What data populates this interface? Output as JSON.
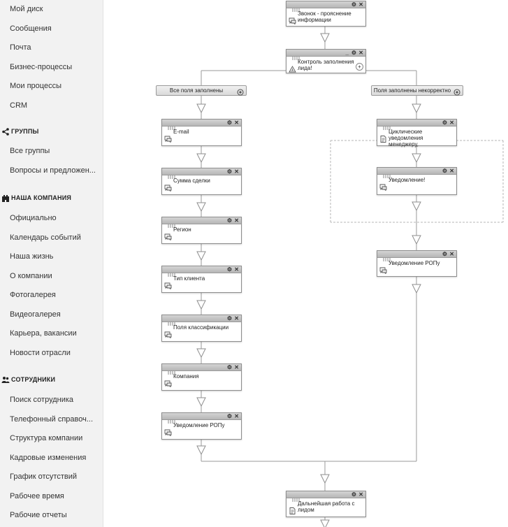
{
  "sidebar": {
    "items_top": [
      "Мой диск",
      "Сообщения",
      "Почта",
      "Бизнес-процессы",
      "Мои процессы",
      "CRM"
    ],
    "groups": {
      "header": "ГРУППЫ",
      "icon": "share-icon",
      "items": [
        "Все группы",
        "Вопросы и предложен..."
      ]
    },
    "company": {
      "header": "НАША КОМПАНИЯ",
      "icon": "castle-icon",
      "items": [
        "Официально",
        "Календарь событий",
        "Наша жизнь",
        "О компании",
        "Фотогалерея",
        "Видеогалерея",
        "Карьера, вакансии",
        "Новости отрасли"
      ]
    },
    "employees": {
      "header": "СОТРУДНИКИ",
      "icon": "users-icon",
      "items": [
        "Поиск сотрудника",
        "Телефонный справоч...",
        "Структура компании",
        "Кадровые изменения",
        "График отсутствий",
        "Рабочее время",
        "Рабочие отчеты"
      ]
    }
  },
  "workflow": {
    "top_block": "Звонок - прояснение информации",
    "condition_block": "Контроль заполнения лида!",
    "branch_left": "Все поля заполнены",
    "branch_right": "Поля заполнены некорректно",
    "left_blocks": [
      "E-mail",
      "Сумма сделки",
      "Регион",
      "Тип клиента",
      "Поля классификации",
      "Компания",
      "Уведомление РОПу"
    ],
    "right_blocks": [
      "Циклические уведомления менеджеру,",
      "Уведомление!",
      "Уведомление РОПу"
    ],
    "bottom_block": "Дальнейшая работа с лидом",
    "controls": {
      "minimize": "_",
      "settings": "⚙",
      "close": "✕",
      "add": "+"
    }
  }
}
